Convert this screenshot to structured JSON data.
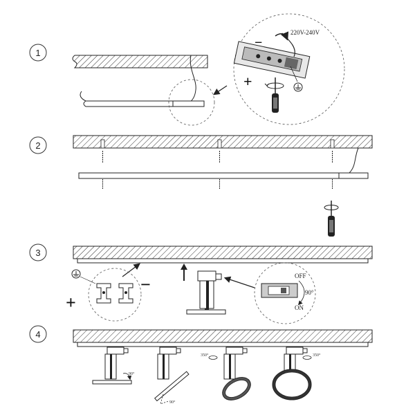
{
  "steps": [
    {
      "number": "1"
    },
    {
      "number": "2"
    },
    {
      "number": "3"
    },
    {
      "number": "4"
    }
  ],
  "labels": {
    "voltage": "220V-240V",
    "off": "OFF",
    "on": "ON",
    "angle_90": "90°",
    "angle_small_1": "90°",
    "angle_small_2": "90°",
    "angle_small_3": "350°",
    "angle_small_4": "350°"
  },
  "symbols": {
    "plus": "+",
    "minus": "−"
  },
  "icons": [
    "ground-icon",
    "screwdriver-icon",
    "rotate-arrow-icon",
    "up-arrow-icon"
  ]
}
